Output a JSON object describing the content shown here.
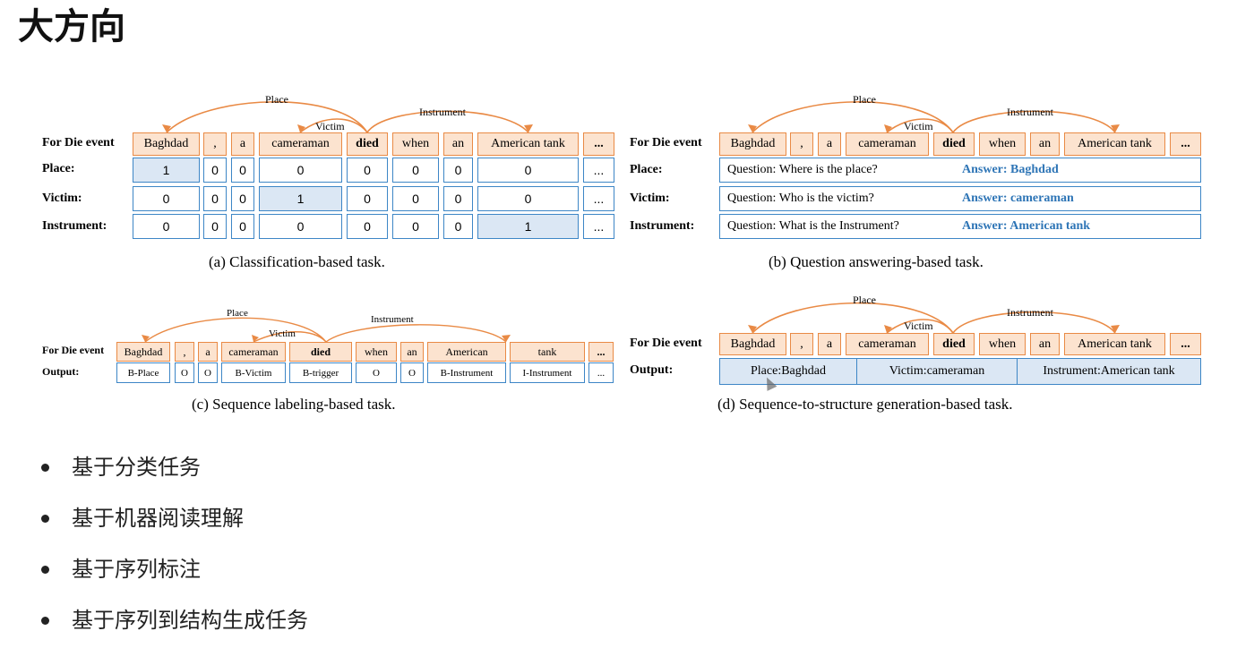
{
  "page": {
    "title": "大方向"
  },
  "arcs": {
    "place": "Place",
    "victim": "Victim",
    "instrument": "Instrument"
  },
  "panel_a": {
    "event_label": "For Die event",
    "tokens": [
      "Baghdad",
      ",",
      "a",
      "cameraman",
      "died",
      "when",
      "an",
      "American tank",
      "..."
    ],
    "rows": [
      {
        "label": "Place:",
        "values": [
          "1",
          "0",
          "0",
          "0",
          "0",
          "0",
          "0",
          "0",
          "..."
        ]
      },
      {
        "label": "Victim:",
        "values": [
          "0",
          "0",
          "0",
          "1",
          "0",
          "0",
          "0",
          "0",
          "..."
        ]
      },
      {
        "label": "Instrument:",
        "values": [
          "0",
          "0",
          "0",
          "0",
          "0",
          "0",
          "0",
          "1",
          "..."
        ]
      }
    ],
    "caption": "(a) Classification-based task."
  },
  "panel_b": {
    "event_label": "For Die event",
    "tokens": [
      "Baghdad",
      ",",
      "a",
      "cameraman",
      "died",
      "when",
      "an",
      "American tank",
      "..."
    ],
    "rows": [
      {
        "label": "Place:",
        "question": "Question: Where is the place?",
        "answer": "Answer: Baghdad"
      },
      {
        "label": "Victim:",
        "question": "Question: Who is the victim?",
        "answer": "Answer: cameraman"
      },
      {
        "label": "Instrument:",
        "question": "Question: What is the Instrument?",
        "answer": "Answer: American tank"
      }
    ],
    "caption": "(b) Question answering-based task."
  },
  "panel_c": {
    "event_label": "For Die event",
    "tokens": [
      "Baghdad",
      ",",
      "a",
      "cameraman",
      "died",
      "when",
      "an",
      "American",
      "tank",
      "..."
    ],
    "output_label": "Output:",
    "outputs": [
      "B-Place",
      "O",
      "O",
      "B-Victim",
      "B-trigger",
      "O",
      "O",
      "B-Instrument",
      "I-Instrument",
      "..."
    ],
    "caption": "(c) Sequence labeling-based task."
  },
  "panel_d": {
    "event_label": "For Die event",
    "tokens": [
      "Baghdad",
      ",",
      "a",
      "cameraman",
      "died",
      "when",
      "an",
      "American tank",
      "..."
    ],
    "output_label": "Output:",
    "outputs": [
      "Place:Baghdad",
      "Victim:cameraman",
      "Instrument:American tank"
    ],
    "caption": "(d) Sequence-to-structure generation-based task."
  },
  "bullets": [
    "基于分类任务",
    "基于机器阅读理解",
    "基于序列标注",
    "基于序列到结构生成任务"
  ],
  "colors": {
    "token_fill": "#fce3cf",
    "token_border": "#e98a45",
    "output_border": "#3d86c6",
    "highlight_fill": "#dbe7f4",
    "answer_text": "#2e75b6",
    "arc": "#e98a45"
  }
}
